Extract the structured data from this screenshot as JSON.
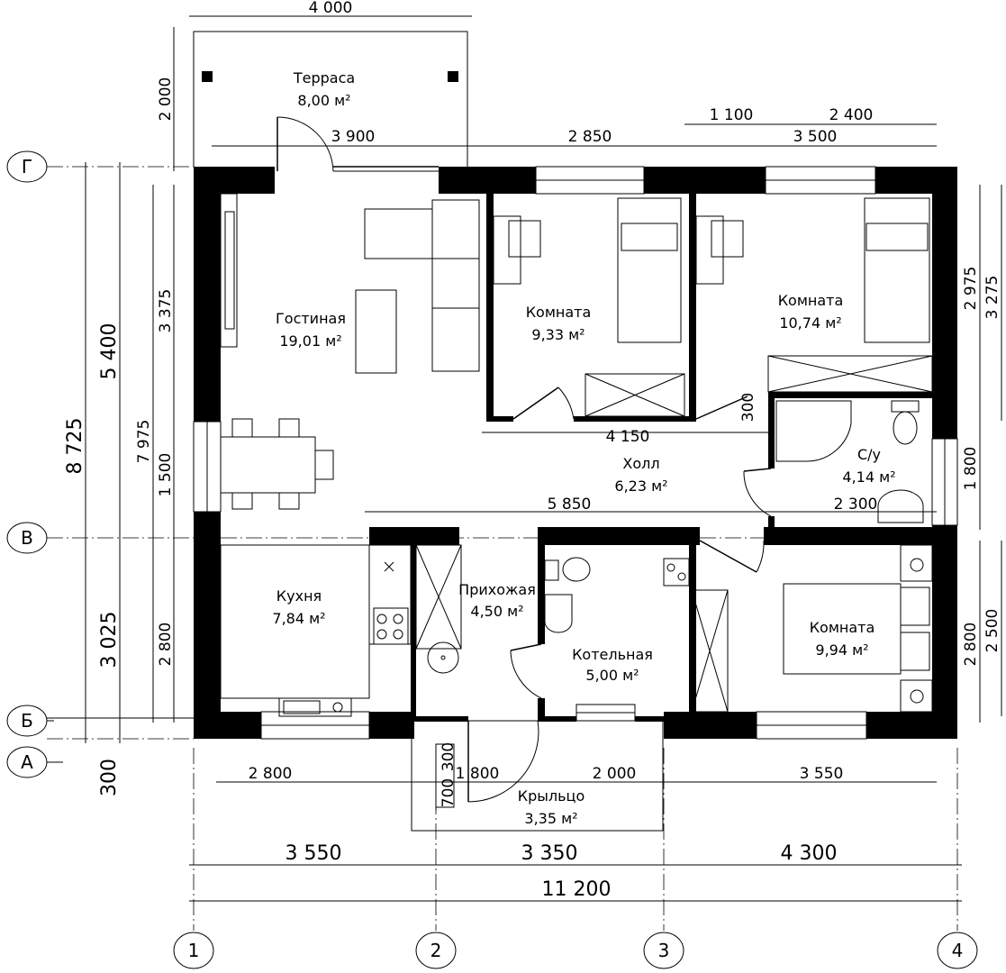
{
  "rooms": {
    "terrace": {
      "name": "Терраса",
      "area": "8,00 м²"
    },
    "living": {
      "name": "Гостиная",
      "area": "19,01 м²"
    },
    "room1": {
      "name": "Комната",
      "area": "9,33 м²"
    },
    "room2": {
      "name": "Комната",
      "area": "10,74 м²"
    },
    "hall": {
      "name": "Холл",
      "area": "6,23 м²"
    },
    "wc": {
      "name": "С/у",
      "area": "4,14 м²"
    },
    "kitchen": {
      "name": "Кухня",
      "area": "7,84 м²"
    },
    "entry": {
      "name": "Прихожая",
      "area": "4,50 м²"
    },
    "boiler": {
      "name": "Котельная",
      "area": "5,00 м²"
    },
    "room3": {
      "name": "Комната",
      "area": "9,94 м²"
    },
    "porch": {
      "name": "Крыльцо",
      "area": "3,35 м²"
    }
  },
  "axes": {
    "rows": [
      "Г",
      "В",
      "Б",
      "А"
    ],
    "cols": [
      "1",
      "2",
      "3",
      "4"
    ]
  },
  "dims": {
    "top": [
      "4 000",
      "2 000",
      "3 900",
      "2 850",
      "1 100",
      "2 400",
      "3 500"
    ],
    "left": [
      "8 725",
      "5 400",
      "3 025",
      "7 975",
      "3 375",
      "1 500",
      "2 800",
      "300"
    ],
    "right": [
      "2 975",
      "3 275",
      "1 800",
      "2 800",
      "2 500"
    ],
    "inner": [
      "4 150",
      "5 850",
      "2 300",
      "300"
    ],
    "bottom": [
      "2 800",
      "1 800",
      "2 000",
      "3 550",
      "700",
      "300"
    ],
    "overall": [
      "3 550",
      "3 350",
      "4 300",
      "11 200"
    ]
  }
}
